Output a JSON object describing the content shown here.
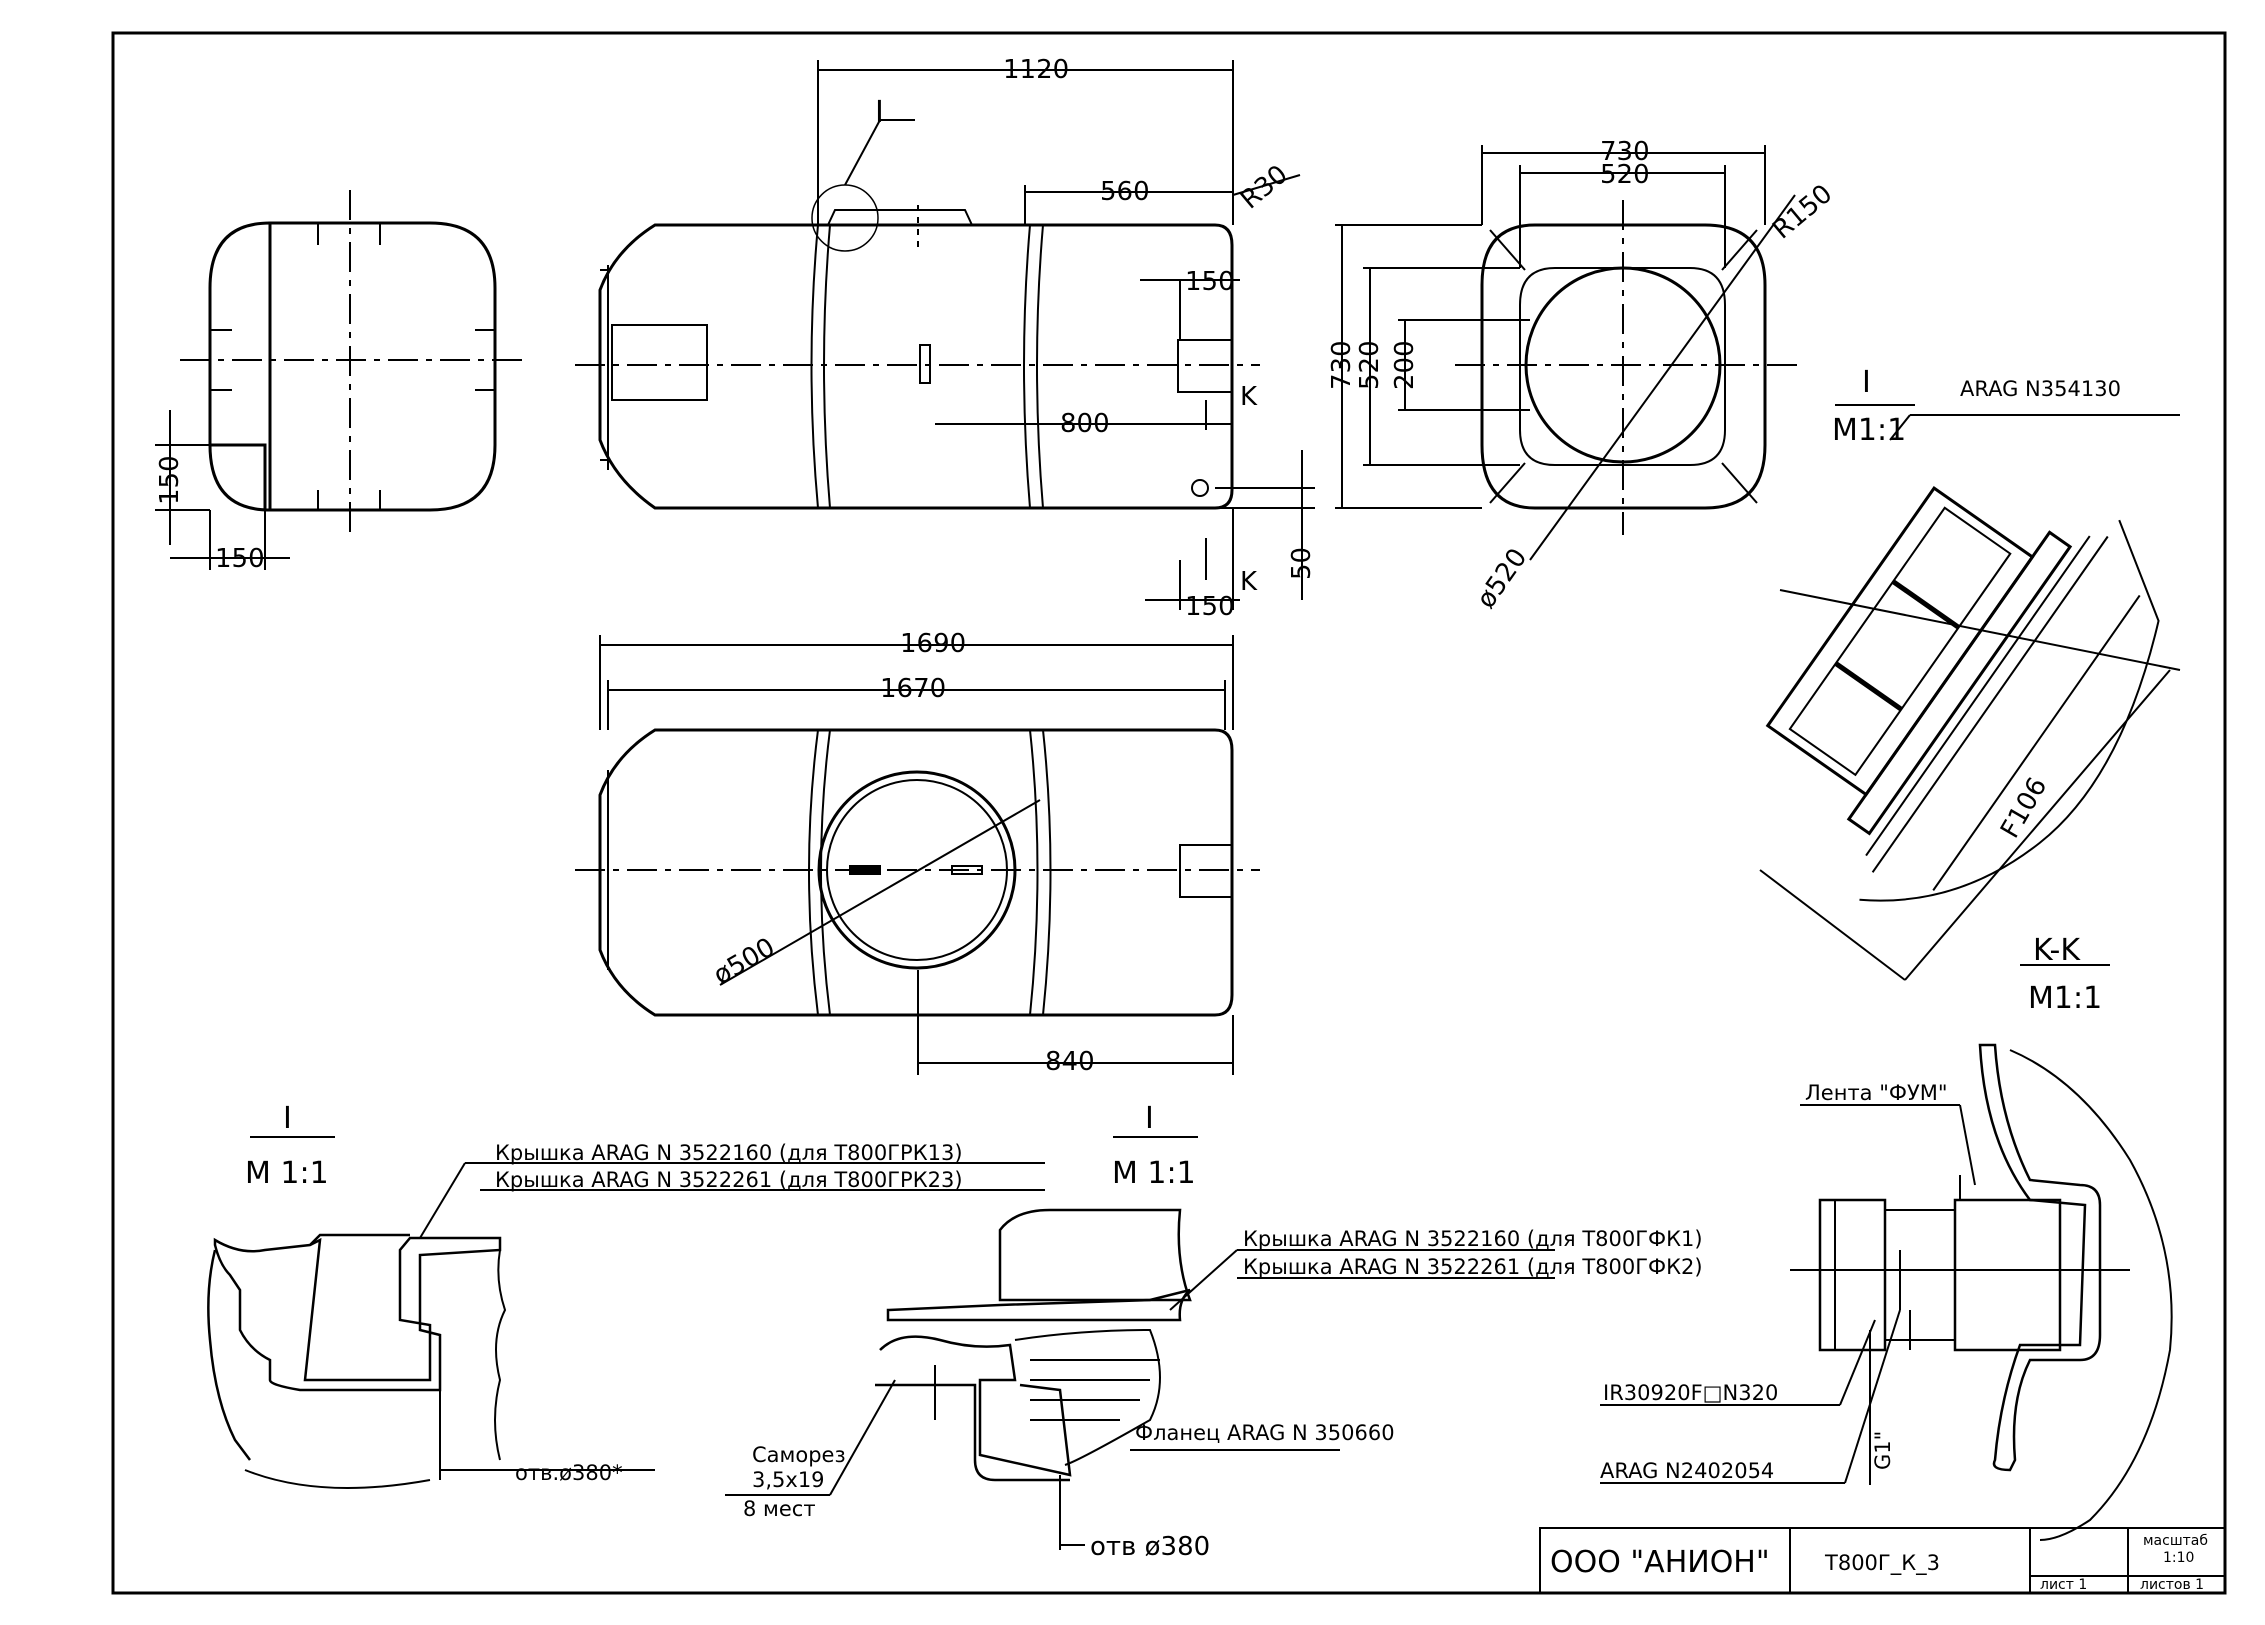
{
  "drawing": {
    "dimensions": {
      "top_view_side": [
        "150",
        "150"
      ],
      "side_view": {
        "length": "1120",
        "half": "560",
        "radius": "R30",
        "port_top": "150",
        "port_bottom": "150",
        "port_offset": "800",
        "port_height": "50",
        "section_mark": "K"
      },
      "front_view": {
        "outer_w": "730",
        "inner_w": "520",
        "outer_h": "730",
        "inner_h": "520",
        "port": "200",
        "radius": "R150",
        "dia": "ø520"
      },
      "plan_view": {
        "overall": "1690",
        "body": "1670",
        "dia": "ø500",
        "offset": "840"
      },
      "section_k": {
        "size": "F106"
      }
    },
    "detail_marks": {
      "detail": "I",
      "scale_1": "M1:1",
      "scale_2": "M 1:1",
      "section": "K-K"
    },
    "labels": {
      "arag_354130": "ARAG N354130",
      "cap_rk13": "Крышка ARAG N 3522160 (для Т800ГРК13)",
      "cap_rk23": "Крышка ARAG N 3522261 (для Т800ГРК23)",
      "hole_380_star": "отв.ø380*",
      "cap_fk1": "Крышка ARAG N 3522160 (для Т800ГФК1)",
      "cap_fk2": "Крышка ARAG N 3522261 (для Т800ГФК2)",
      "flange": "Фланец ARAG N 350660",
      "screw_1": "Саморез",
      "screw_2": "3,5x19",
      "screw_3": "8 мест",
      "hole_380": "отв ø380",
      "tape": "Лента \"ФУМ\"",
      "ir": "IR30920F□N320",
      "arag_2402054": "ARAG N2402054",
      "thread": "G1\""
    },
    "title_block": {
      "company": "ООО \"АНИОН\"",
      "code": "Т800Г_К_3",
      "scale_label": "масштаб",
      "scale_value": "1:10",
      "sheet": "лист 1",
      "sheets": "листов 1"
    }
  }
}
